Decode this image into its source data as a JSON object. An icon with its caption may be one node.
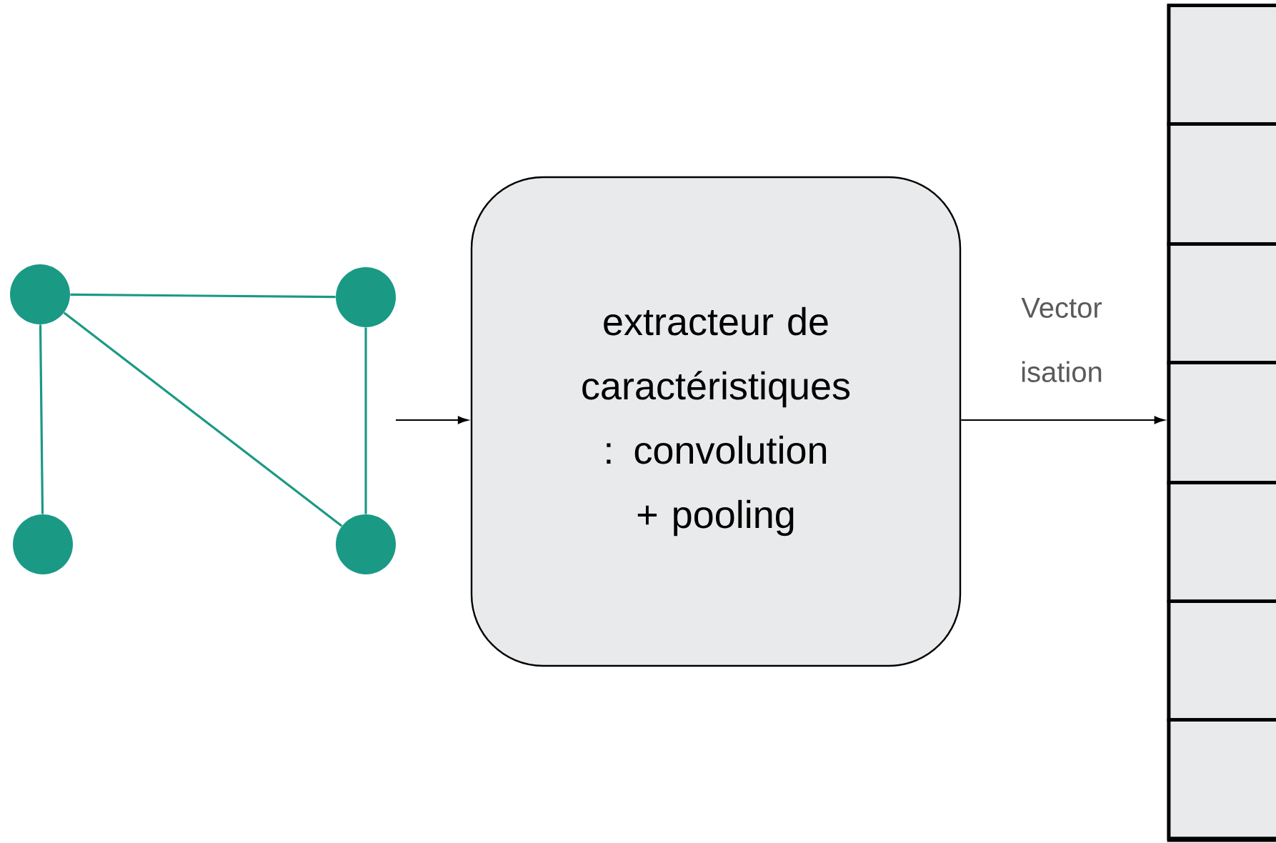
{
  "diagram": {
    "nodes": [
      {
        "text": [],
        "shape": "circle"
      },
      {
        "text": [],
        "shape": "circle"
      },
      {
        "text": [],
        "shape": "circle"
      },
      {
        "text": [],
        "shape": "circle"
      },
      {
        "text": [
          "extracteur de caractéristiques : convolution + pooling"
        ]
      },
      {
        "text": [],
        "shape": "bar"
      },
      {
        "text": [],
        "shape": "box",
        "in": 5
      },
      {
        "text": [],
        "shape": "box",
        "in": 5
      },
      {
        "text": [],
        "shape": "box",
        "in": 5
      },
      {
        "text": [],
        "shape": "box",
        "in": 5
      },
      {
        "text": [],
        "shape": "box",
        "in": 5
      },
      {
        "text": [],
        "shape": "box",
        "in": 5
      },
      {
        "text": [],
        "shape": "box",
        "in": 5
      }
    ],
    "edges": [
      {
        "from": 0,
        "to": 1,
        "arrow": "none",
        "color": "#1a9985"
      },
      {
        "from": 0,
        "to": 3,
        "arrow": "none",
        "color": "#1a9985"
      },
      {
        "from": 1,
        "to": 3,
        "arrow": "none",
        "color": "#1a9985"
      },
      {
        "from": 0,
        "to": 2,
        "arrow": "none",
        "color": "#1a9985"
      },
      {
        "from": null,
        "to": 4,
        "arrow": "to",
        "color": "#000000"
      },
      {
        "from": 4,
        "to": 5,
        "arrow": "to",
        "color": "#000000",
        "label": "Vector isation"
      }
    ]
  }
}
